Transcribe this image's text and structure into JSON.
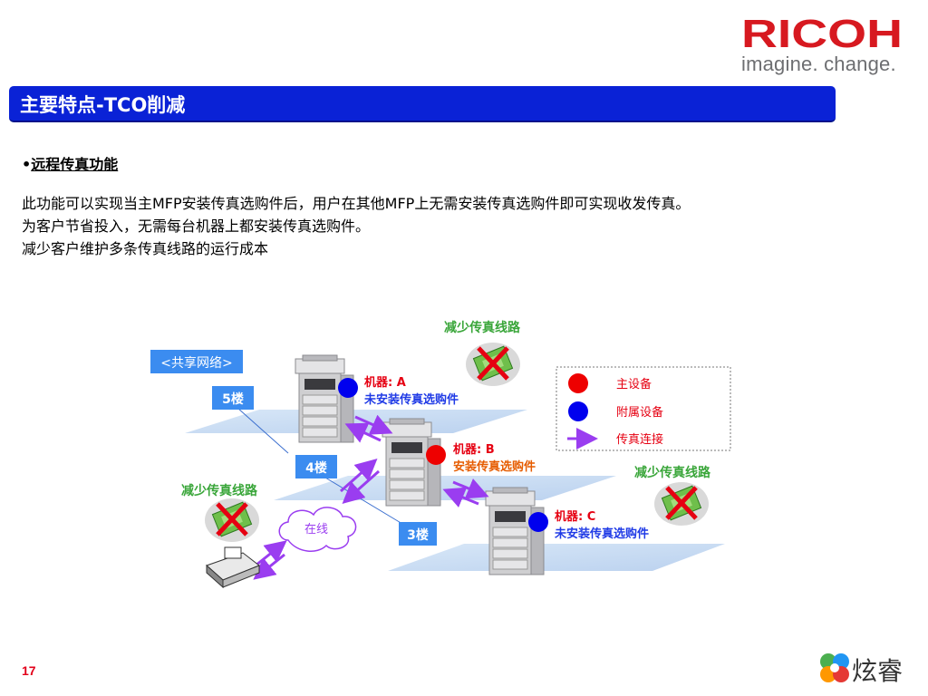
{
  "header": {
    "logo_text": "RICOH",
    "tagline": "imagine. change.",
    "brand_color": "#d71920"
  },
  "title": "主要特点-TCO削减",
  "bullet": {
    "marker": "•",
    "text": "远程传真功能"
  },
  "body_lines": [
    "此功能可以实现当主MFP安装传真选购件后，用户在其他MFP上无需安装传真选购件即可实现收发传真。",
    "为客户节省投入，无需每台机器上都安装传真选购件。",
    "减少客户维护多条传真线路的运行成本"
  ],
  "diagram": {
    "network_label": "<共享网络>",
    "floors": [
      "5楼",
      "4楼",
      "3楼"
    ],
    "machines": [
      {
        "name": "机器: A",
        "status": "未安装传真选购件",
        "role": "附属设备",
        "dot_color": "#0000ee"
      },
      {
        "name": "机器: B",
        "status": "安装传真选购件",
        "role": "主设备",
        "dot_color": "#ee0000"
      },
      {
        "name": "机器: C",
        "status": "未安装传真选购件",
        "role": "附属设备",
        "dot_color": "#0000ee"
      }
    ],
    "reduce_labels": [
      "减少传真线路",
      "减少传真线路",
      "减少传真线路"
    ],
    "cloud_label": "在线",
    "legend": {
      "main": "主设备",
      "sub": "附属设备",
      "link": "传真连接"
    }
  },
  "footer": {
    "page_number": "17",
    "brand_text": "炫睿"
  }
}
